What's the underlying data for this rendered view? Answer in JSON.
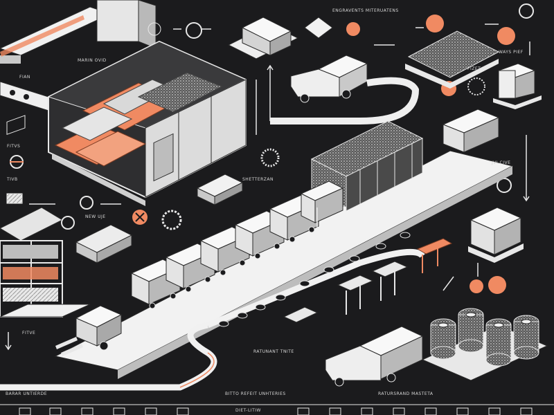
{
  "diagram": {
    "palette": {
      "background": "#1b1b1d",
      "line": "#e8e8e8",
      "panel": "#f1f1f1",
      "shade": "#c9c9c9",
      "accent": "#f08a62",
      "accent_dark": "#c85a36"
    },
    "labels": {
      "top_right_caption": "ENGRAVENTS MITERUATENS",
      "warehouse_caption": "MARIN OVID",
      "left_tag_1": "FIAN",
      "left_tag_2": "FITVS",
      "left_tag_3": "TIVB",
      "center_caption": "SHETTERZAN",
      "mid_tag": "NEW UJE",
      "right_tag_1": "WAYS PIEF",
      "right_tag_2": "FIZET",
      "right_tag_3": "JVI CIVE",
      "rack_tag": "FITVE",
      "bottom_left_caption": "BARAR UNTIERDE",
      "bottom_center_caption": "RATUNANT TNITE",
      "bottom_mid_caption": "BITTO REFEIT UNHTERIES",
      "bottom_right_caption": "RATURSRAND MASTETA",
      "footer_caption": "DIET-LITIW"
    },
    "icons": [
      "delivery-truck-icon",
      "cargo-box-icon",
      "forklift-icon",
      "warning-sign-icon",
      "gear-icon",
      "recycle-icon",
      "arrow-icon",
      "conveyor-belt-icon",
      "storage-rack-icon",
      "container-icon"
    ]
  }
}
